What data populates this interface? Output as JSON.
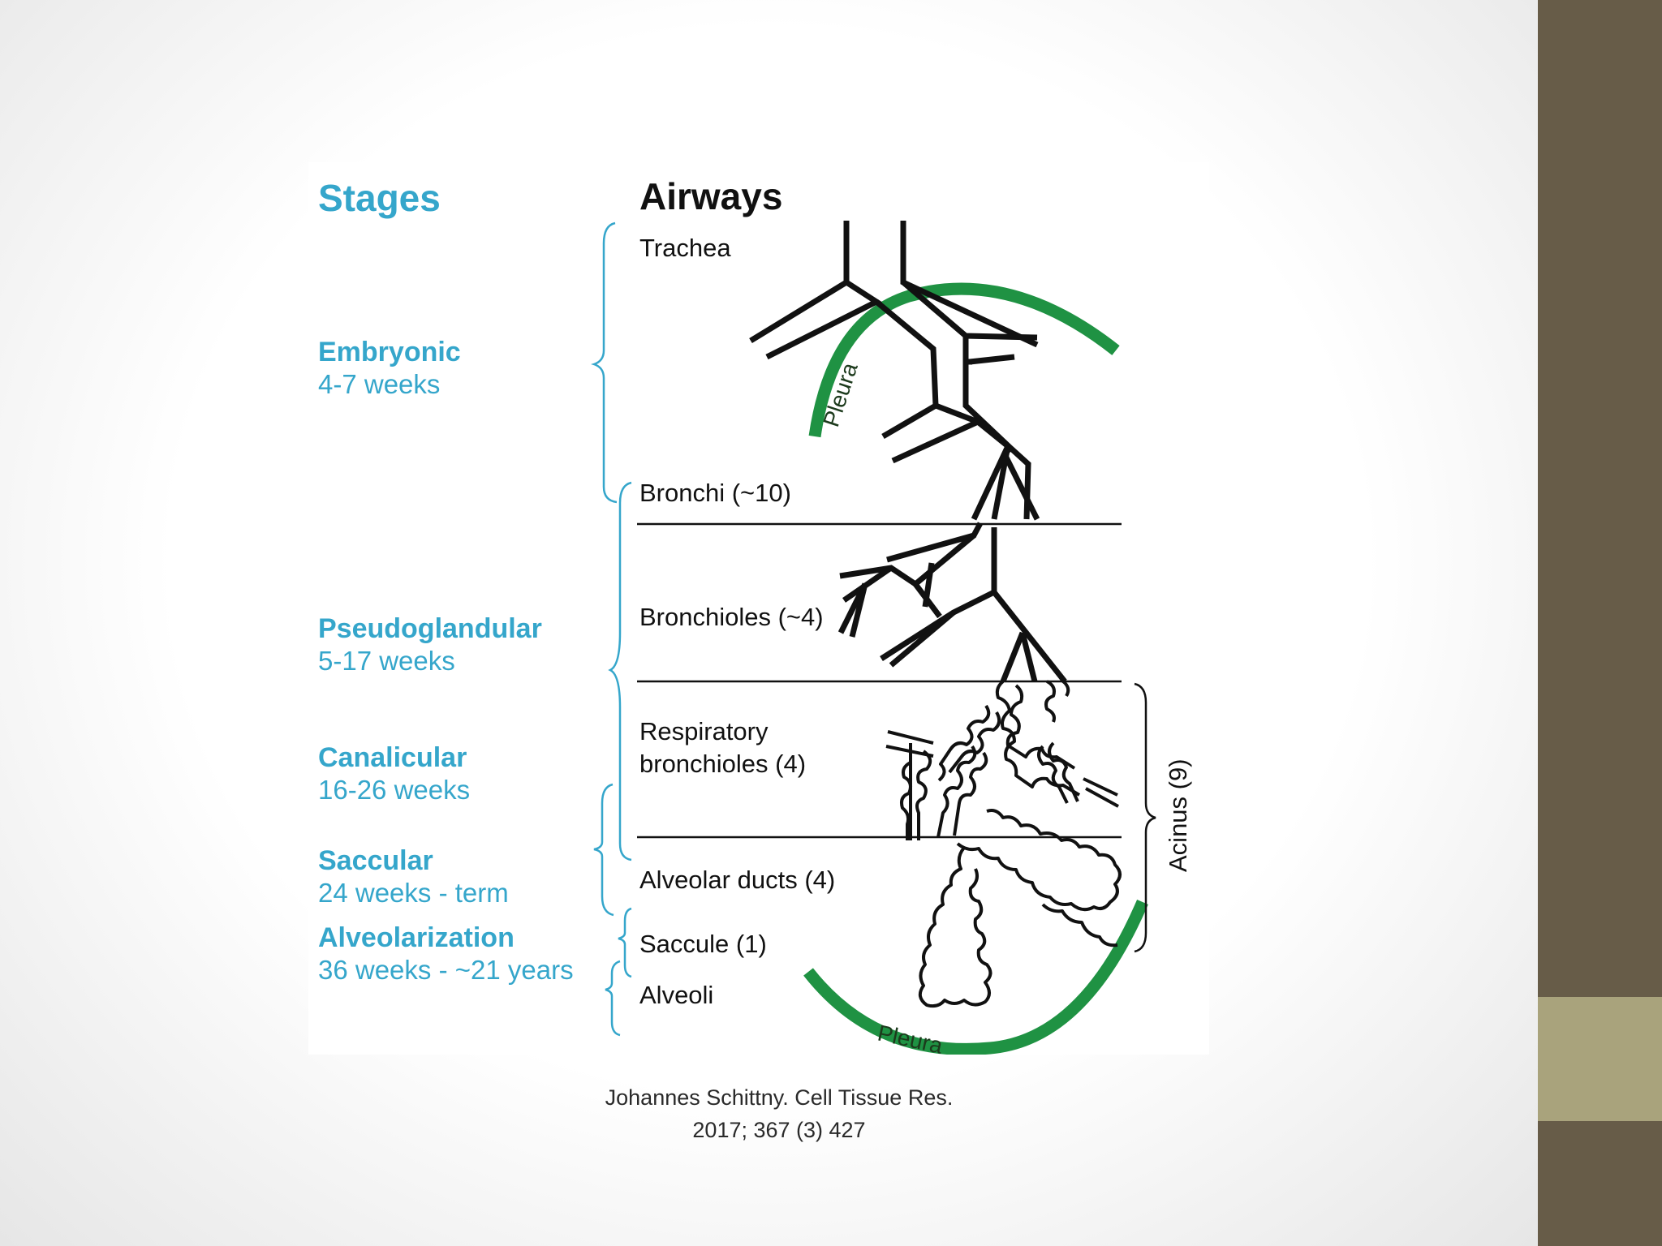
{
  "stages_title": "Stages",
  "airways_title": "Airways",
  "stages": [
    {
      "name": "Embryonic",
      "duration": "4-7 weeks"
    },
    {
      "name": "Pseudoglandular",
      "duration": "5-17 weeks"
    },
    {
      "name": "Canalicular",
      "duration": "16-26 weeks"
    },
    {
      "name": "Saccular",
      "duration": "24 weeks - term"
    },
    {
      "name": "Alveolarization",
      "duration": "36 weeks - ~21 years"
    }
  ],
  "airways": {
    "trachea": "Trachea",
    "bronchi": "Bronchi (~10)",
    "bronchioles": "Bronchioles (~4)",
    "resp_line1": "Respiratory",
    "resp_line2": "bronchioles (4)",
    "alveolar_ducts": "Alveolar ducts (4)",
    "saccule": "Saccule (1)",
    "alveoli": "Alveoli"
  },
  "acinus_label": "Acinus (9)",
  "pleura_label": "Pleura",
  "citation": {
    "line1": "Johannes Schittny. Cell Tissue Res.",
    "line2": "2017; 367 (3) 427"
  },
  "colors": {
    "stage_text": "#35a6cb",
    "pleura": "#1f9243",
    "sidebar": "#675c48",
    "sidebar_accent": "#a9a37c"
  }
}
